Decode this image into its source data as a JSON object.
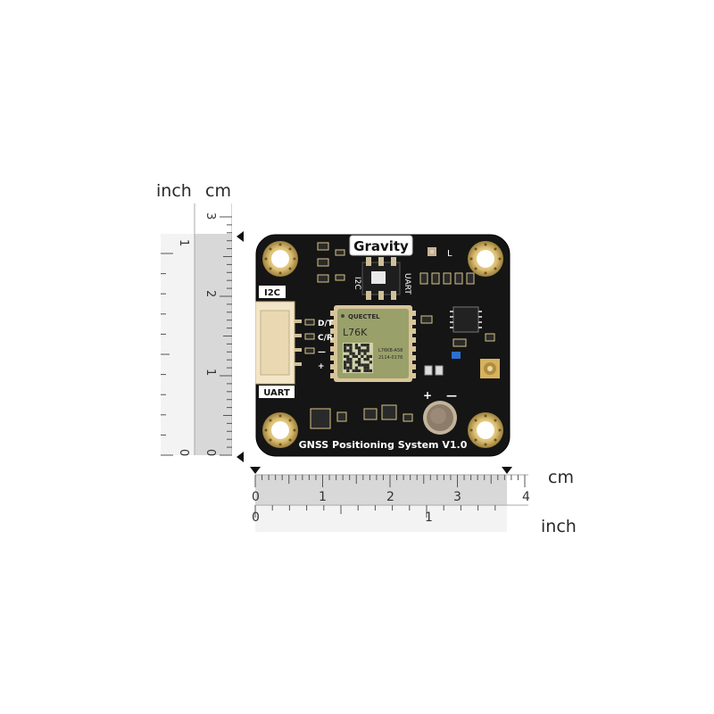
{
  "scale_units": {
    "inch": "inch",
    "cm": "cm"
  },
  "vertical_ruler": {
    "cm_labels": [
      "3",
      "2",
      "1",
      "0"
    ],
    "inch_labels": [
      "1",
      "0"
    ]
  },
  "horizontal_ruler": {
    "cm_labels": [
      "0",
      "1",
      "2",
      "3",
      "4"
    ],
    "inch_labels": [
      "0",
      "1"
    ]
  },
  "board": {
    "brand": "Gravity",
    "title": "GNSS Positioning System V1.0",
    "left_labels": {
      "top": "I2C",
      "bottom": "UART"
    },
    "pins": [
      "D/T",
      "C/R",
      "—",
      "+"
    ],
    "switch_labels": {
      "left": "I2C",
      "right": "UART"
    },
    "led_label": "L",
    "module": {
      "brand": "QUECTEL",
      "model": "L76K",
      "line1": "L76KB-A58",
      "line2": "2114-0176"
    },
    "battery_labels": {
      "plus": "+",
      "minus": "—"
    },
    "colors": {
      "pcb": "#151515",
      "gold": "#c8a95a",
      "silk": "#ffffff"
    }
  }
}
